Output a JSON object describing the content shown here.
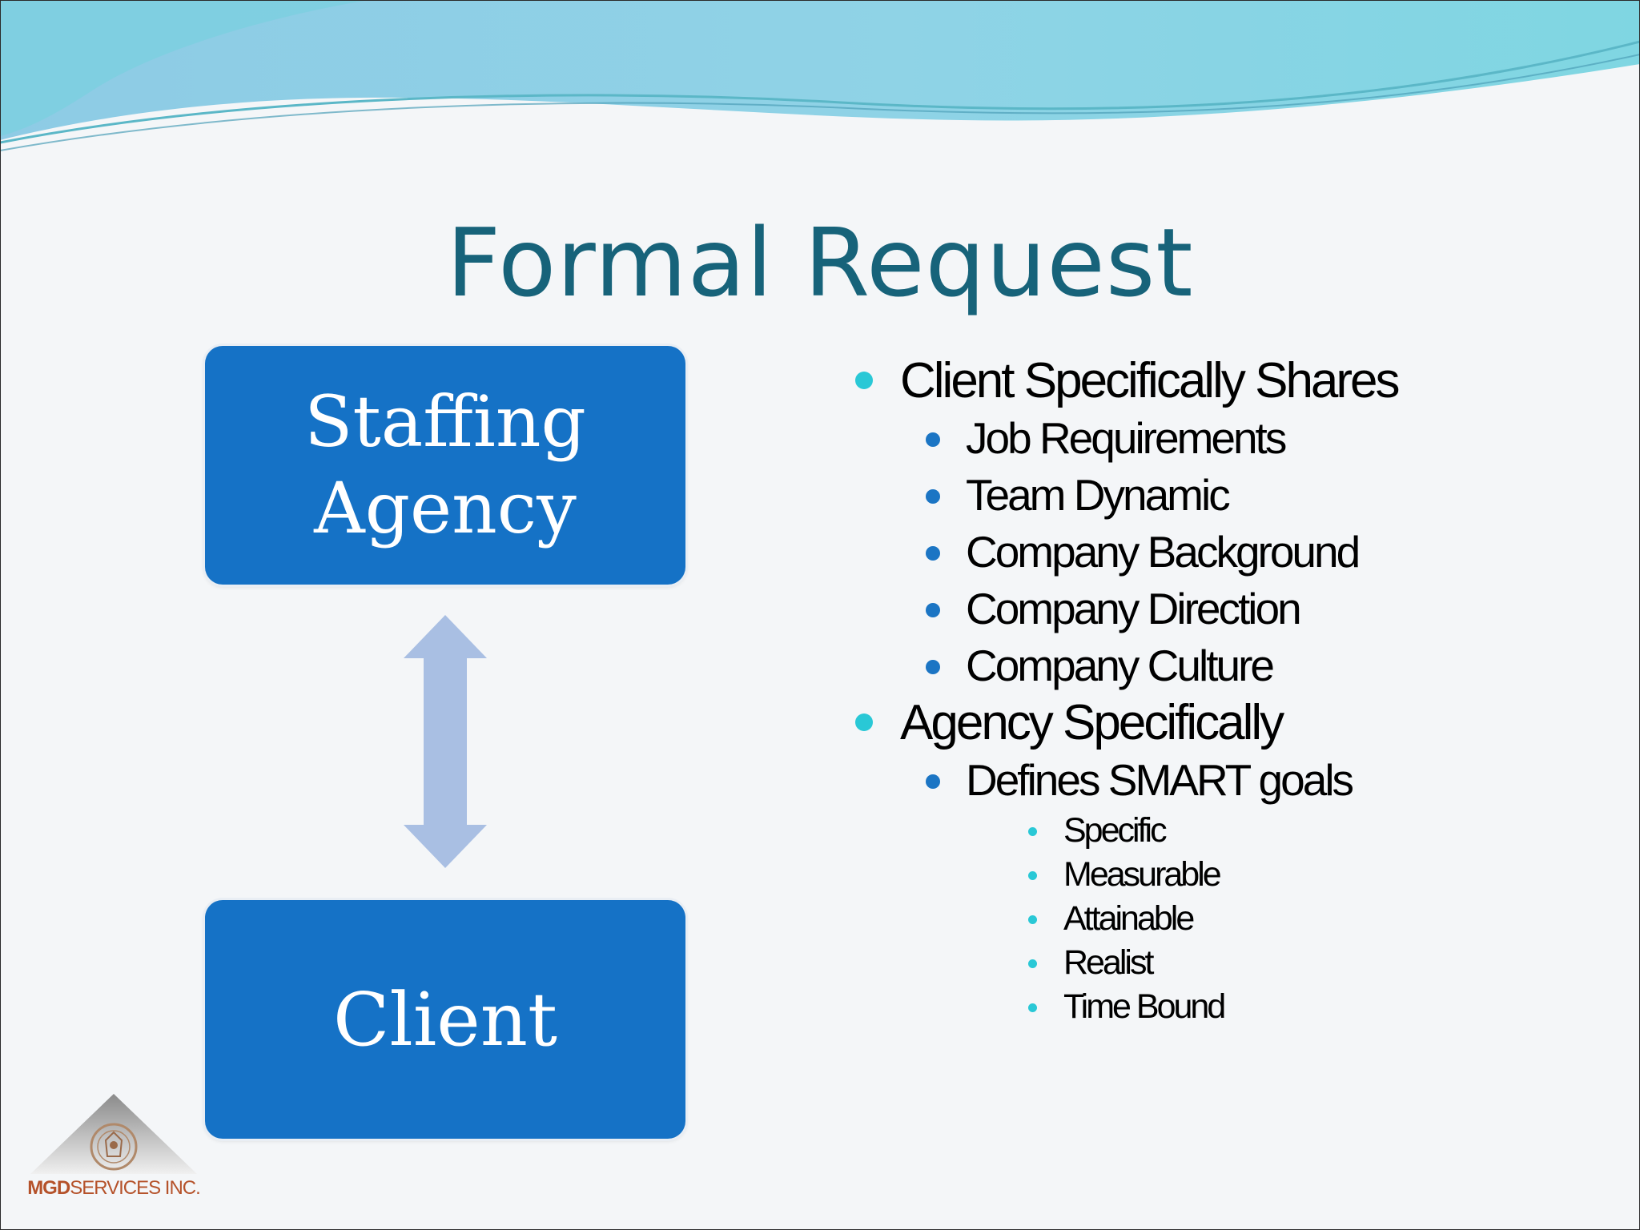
{
  "slide": {
    "title": "Formal Request",
    "diagram": {
      "top_box": {
        "line1": "Staffing",
        "line2": "Agency"
      },
      "bottom_box": {
        "label": "Client"
      },
      "connector": "double-headed-vertical-arrow"
    },
    "bullets": [
      {
        "text": "Client Specifically Shares",
        "level": 1
      },
      {
        "text": "Job Requirements",
        "level": 2
      },
      {
        "text": "Team Dynamic",
        "level": 2
      },
      {
        "text": "Company Background",
        "level": 2
      },
      {
        "text": "Company Direction",
        "level": 2
      },
      {
        "text": "Company Culture",
        "level": 2
      },
      {
        "text": "Agency Specifically",
        "level": 1
      },
      {
        "text": "Defines SMART goals",
        "level": 2
      },
      {
        "text": "Specific",
        "level": 3
      },
      {
        "text": "Measurable",
        "level": 3
      },
      {
        "text": "Attainable",
        "level": 3
      },
      {
        "text": "Realist",
        "level": 3
      },
      {
        "text": "Time Bound",
        "level": 3
      }
    ],
    "logo": {
      "brand": "MGD",
      "suffix": "SERVICES INC.",
      "crest_icon": "clan-crest-icon"
    },
    "colors": {
      "title": "#17637a",
      "box_fill": "#1572c6",
      "box_text": "#ffffff",
      "arrow": "#a9bfe3",
      "level1_bullet": "#29c8d6",
      "level2_bullet": "#1b75c4",
      "level3_bullet": "#29c8d6",
      "logo_text": "#b5522a"
    }
  }
}
